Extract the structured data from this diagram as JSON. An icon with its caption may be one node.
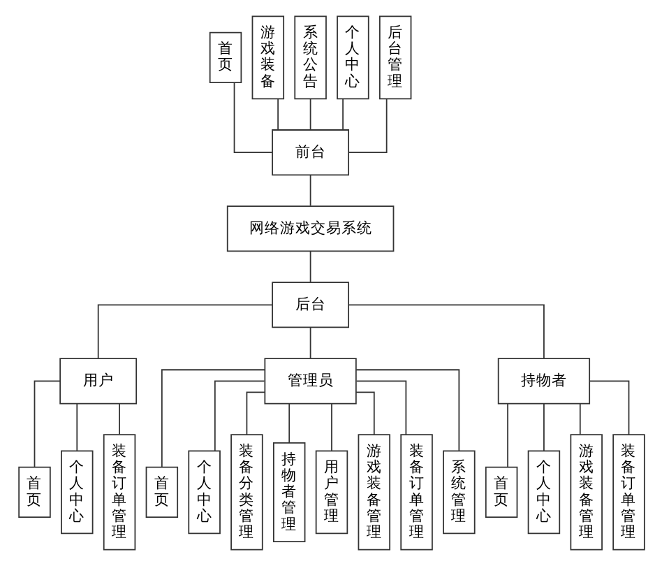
{
  "diagram": {
    "nodes": [
      {
        "text": [
          "首页"
        ]
      },
      {
        "text": [
          "游戏装备"
        ]
      },
      {
        "text": [
          "系统公告"
        ]
      },
      {
        "text": [
          "个人中心"
        ]
      },
      {
        "text": [
          "后台管理"
        ]
      },
      {
        "text": [
          "前台"
        ]
      },
      {
        "text": [
          "网络游戏交易系统"
        ]
      },
      {
        "text": [
          "后台"
        ]
      },
      {
        "text": [
          "用户"
        ]
      },
      {
        "text": [
          "管理员"
        ]
      },
      {
        "text": [
          "持物者"
        ]
      },
      {
        "text": [
          "首页"
        ]
      },
      {
        "text": [
          "个人中心"
        ]
      },
      {
        "text": [
          "装备订单管理"
        ]
      },
      {
        "text": [
          "首页"
        ]
      },
      {
        "text": [
          "个人中心"
        ]
      },
      {
        "text": [
          "装备分类管理"
        ]
      },
      {
        "text": [
          "持物者管理"
        ]
      },
      {
        "text": [
          "用户管理"
        ]
      },
      {
        "text": [
          "游戏装备管理"
        ]
      },
      {
        "text": [
          "装备订单管理"
        ]
      },
      {
        "text": [
          "系统管理"
        ]
      },
      {
        "text": [
          "首页"
        ]
      },
      {
        "text": [
          "个人中心"
        ]
      },
      {
        "text": [
          "游戏装备管理"
        ]
      },
      {
        "text": [
          "装备订单管理"
        ]
      }
    ],
    "edges": [
      {
        "from": 0,
        "to": 5,
        "arrow": "none"
      },
      {
        "from": 1,
        "to": 5,
        "arrow": "none"
      },
      {
        "from": 2,
        "to": 5,
        "arrow": "none"
      },
      {
        "from": 3,
        "to": 5,
        "arrow": "none"
      },
      {
        "from": 4,
        "to": 5,
        "arrow": "none"
      },
      {
        "from": 5,
        "to": 6,
        "arrow": "none"
      },
      {
        "from": 6,
        "to": 7,
        "arrow": "none"
      },
      {
        "from": 7,
        "to": 8,
        "arrow": "none"
      },
      {
        "from": 7,
        "to": 9,
        "arrow": "none"
      },
      {
        "from": 7,
        "to": 10,
        "arrow": "none"
      },
      {
        "from": 8,
        "to": 11,
        "arrow": "none"
      },
      {
        "from": 8,
        "to": 12,
        "arrow": "none"
      },
      {
        "from": 8,
        "to": 13,
        "arrow": "none"
      },
      {
        "from": 9,
        "to": 14,
        "arrow": "none"
      },
      {
        "from": 9,
        "to": 15,
        "arrow": "none"
      },
      {
        "from": 9,
        "to": 16,
        "arrow": "none"
      },
      {
        "from": 9,
        "to": 17,
        "arrow": "none"
      },
      {
        "from": 9,
        "to": 18,
        "arrow": "none"
      },
      {
        "from": 9,
        "to": 19,
        "arrow": "none"
      },
      {
        "from": 9,
        "to": 20,
        "arrow": "none"
      },
      {
        "from": 9,
        "to": 21,
        "arrow": "none"
      },
      {
        "from": 10,
        "to": 22,
        "arrow": "none"
      },
      {
        "from": 10,
        "to": 23,
        "arrow": "none"
      },
      {
        "from": 10,
        "to": 24,
        "arrow": "none"
      },
      {
        "from": 10,
        "to": 25,
        "arrow": "none"
      }
    ]
  }
}
